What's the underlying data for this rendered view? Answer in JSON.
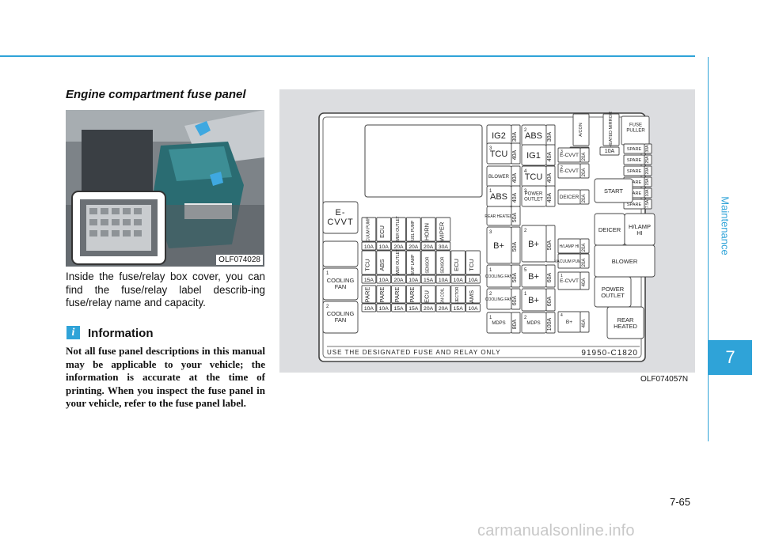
{
  "page": {
    "section_title": "Engine compartment fuse panel",
    "photo_label": "OLF074028",
    "body_text": "Inside the fuse/relay box cover, you can find the fuse/relay label describ-ing fuse/relay name and capacity.",
    "info_title": "Information",
    "info_icon": "i",
    "info_text": "Not all fuse panel descriptions in this manual may be applicable to your vehicle; the information is accurate at the time of printing. When you inspect the fuse panel in your vehicle, refer to the fuse panel label.",
    "diagram_label": "OLF074057N",
    "page_number": "7-65",
    "chapter_number": "7",
    "chapter_name": "Maintenance",
    "watermark": "carmanualsonline.info",
    "accent_color": "#2fa3d8"
  },
  "panel": {
    "bottom_text": "USE THE DESIGNATED FUSE AND RELAY ONLY",
    "part_number": "91950-C1820",
    "left_relays": {
      "evvt": "E-\nCVVT",
      "cool1_num": "1",
      "cool1": "COOLING\nFAN",
      "cool2_num": "2",
      "cool2": "COOLING\nFAN"
    },
    "row1_labels": [
      "VACUUM PUMP",
      "ECU",
      "POWER OUTLET",
      "FUEL PUMP",
      "HORN",
      "WIPER"
    ],
    "row1_amps": [
      "10A",
      "10A",
      "20A",
      "20A",
      "20A",
      "30A"
    ],
    "row2_labels": [
      "TCU",
      "ABS",
      "POWER OUTLET",
      "B/UP LAMP",
      "SENSOR",
      "SENSOR",
      "ECU",
      "TCU"
    ],
    "row2_amps": [
      "15A",
      "10A",
      "20A",
      "10A",
      "15A",
      "10A",
      "10A",
      "10A"
    ],
    "row3_labels": [
      "SPARE",
      "SPARE",
      "SPARE",
      "SPARE",
      "ECU",
      "IGN COIL",
      "INJECTOR",
      "AMS"
    ],
    "row3_amps": [
      "10A",
      "10A",
      "15A",
      "15A",
      "20A",
      "20A",
      "15A",
      "10A"
    ],
    "col1": [
      {
        "num": "",
        "label": "IG2",
        "amp": "30A"
      },
      {
        "num": "3",
        "label": "TCU",
        "amp": "40A"
      },
      {
        "num": "",
        "label": "BLOWER",
        "amp": "40A"
      },
      {
        "num": "1",
        "label": "ABS",
        "amp": "40A"
      },
      {
        "num": "",
        "label": "REAR HEATED",
        "amp": "50A"
      },
      {
        "num": "3",
        "label": "B+",
        "amp": "50A"
      },
      {
        "num": "1",
        "label": "COOLING FAN",
        "amp": "50A"
      },
      {
        "num": "2",
        "label": "COOLING FAN",
        "amp": "60A"
      },
      {
        "num": "1",
        "label": "MDPS",
        "amp": "80A"
      }
    ],
    "col2": [
      {
        "num": "2",
        "label": "ABS",
        "amp": "30A"
      },
      {
        "num": "",
        "label": "IG1",
        "amp": "40A"
      },
      {
        "num": "4",
        "label": "TCU",
        "amp": "40A"
      },
      {
        "num": "3",
        "label": "POWER OUTLET",
        "amp": "40A"
      },
      {
        "num": "2",
        "label": "B+",
        "amp": "50A"
      },
      {
        "num": "5",
        "label": "B+",
        "amp": "60A"
      },
      {
        "num": "1",
        "label": "B+",
        "amp": "60A"
      },
      {
        "num": "2",
        "label": "MDPS",
        "amp": "100A"
      }
    ],
    "top_fuses": [
      {
        "label": "A/CON",
        "amp": "10A"
      },
      {
        "label": "HEATED MIRROR",
        "amp": "10A"
      }
    ],
    "fuse_puller": "FUSE\nPULLER",
    "col3": [
      {
        "num": "3",
        "label": "E-CVVT",
        "amp": "20A"
      },
      {
        "num": "2",
        "label": "E-CVVT",
        "amp": "20A"
      },
      {
        "num": "",
        "label": "DEICER",
        "amp": "20A"
      },
      {
        "num": "",
        "label": "H/LAMP HI",
        "amp": "20A"
      },
      {
        "num": "",
        "label": "VACUUM PUMP",
        "amp": "20A"
      },
      {
        "num": "1",
        "label": "E-CVVT",
        "amp": "40A"
      },
      {
        "num": "4",
        "label": "B+",
        "amp": "40A"
      }
    ],
    "spares": [
      {
        "label": "SPARE",
        "amp": "30A"
      },
      {
        "label": "SPARE",
        "amp": "25A"
      },
      {
        "label": "SPARE",
        "amp": "20A"
      },
      {
        "label": "SPARE",
        "amp": "15A"
      },
      {
        "label": "SPARE",
        "amp": "10A"
      },
      {
        "label": "SPARE",
        "amp": "7.5A"
      }
    ],
    "right_relays": [
      "START",
      "DEICER",
      "H/LAMP\nHI",
      "BLOWER",
      "POWER\nOUTLET",
      "REAR\nHEATED"
    ]
  }
}
